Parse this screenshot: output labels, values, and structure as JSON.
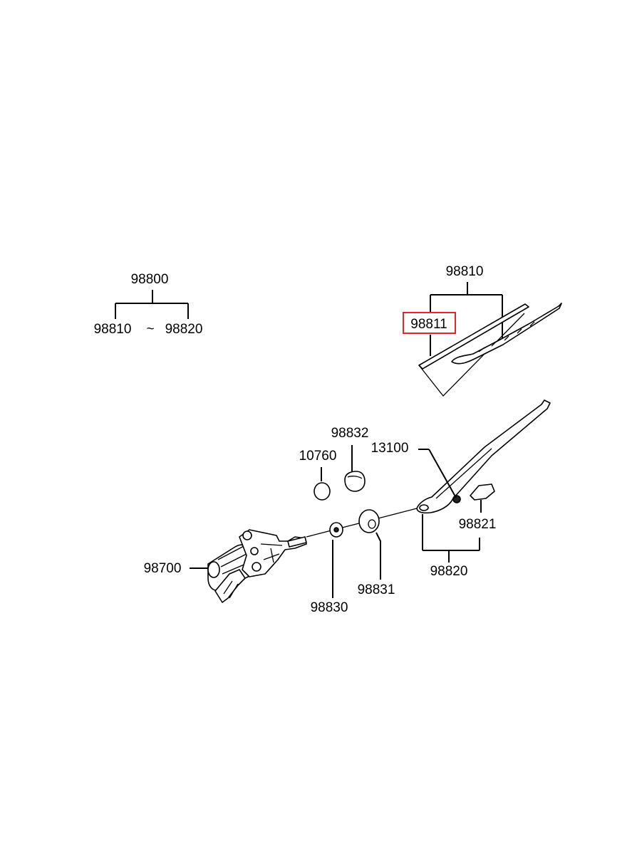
{
  "labels": {
    "assembly": "98800",
    "range_start": "98810",
    "tilde": "~",
    "range_end": "98820",
    "blade_assembly": "98810",
    "blade_refill": "98811",
    "washer_cap": "10760",
    "cap": "98832",
    "nut": "13100",
    "arm_cover": "98821",
    "arm": "98820",
    "motor": "98700",
    "washer": "98830",
    "grommet": "98831"
  },
  "highlight": {
    "part": "98811",
    "color": "#e8261f"
  }
}
